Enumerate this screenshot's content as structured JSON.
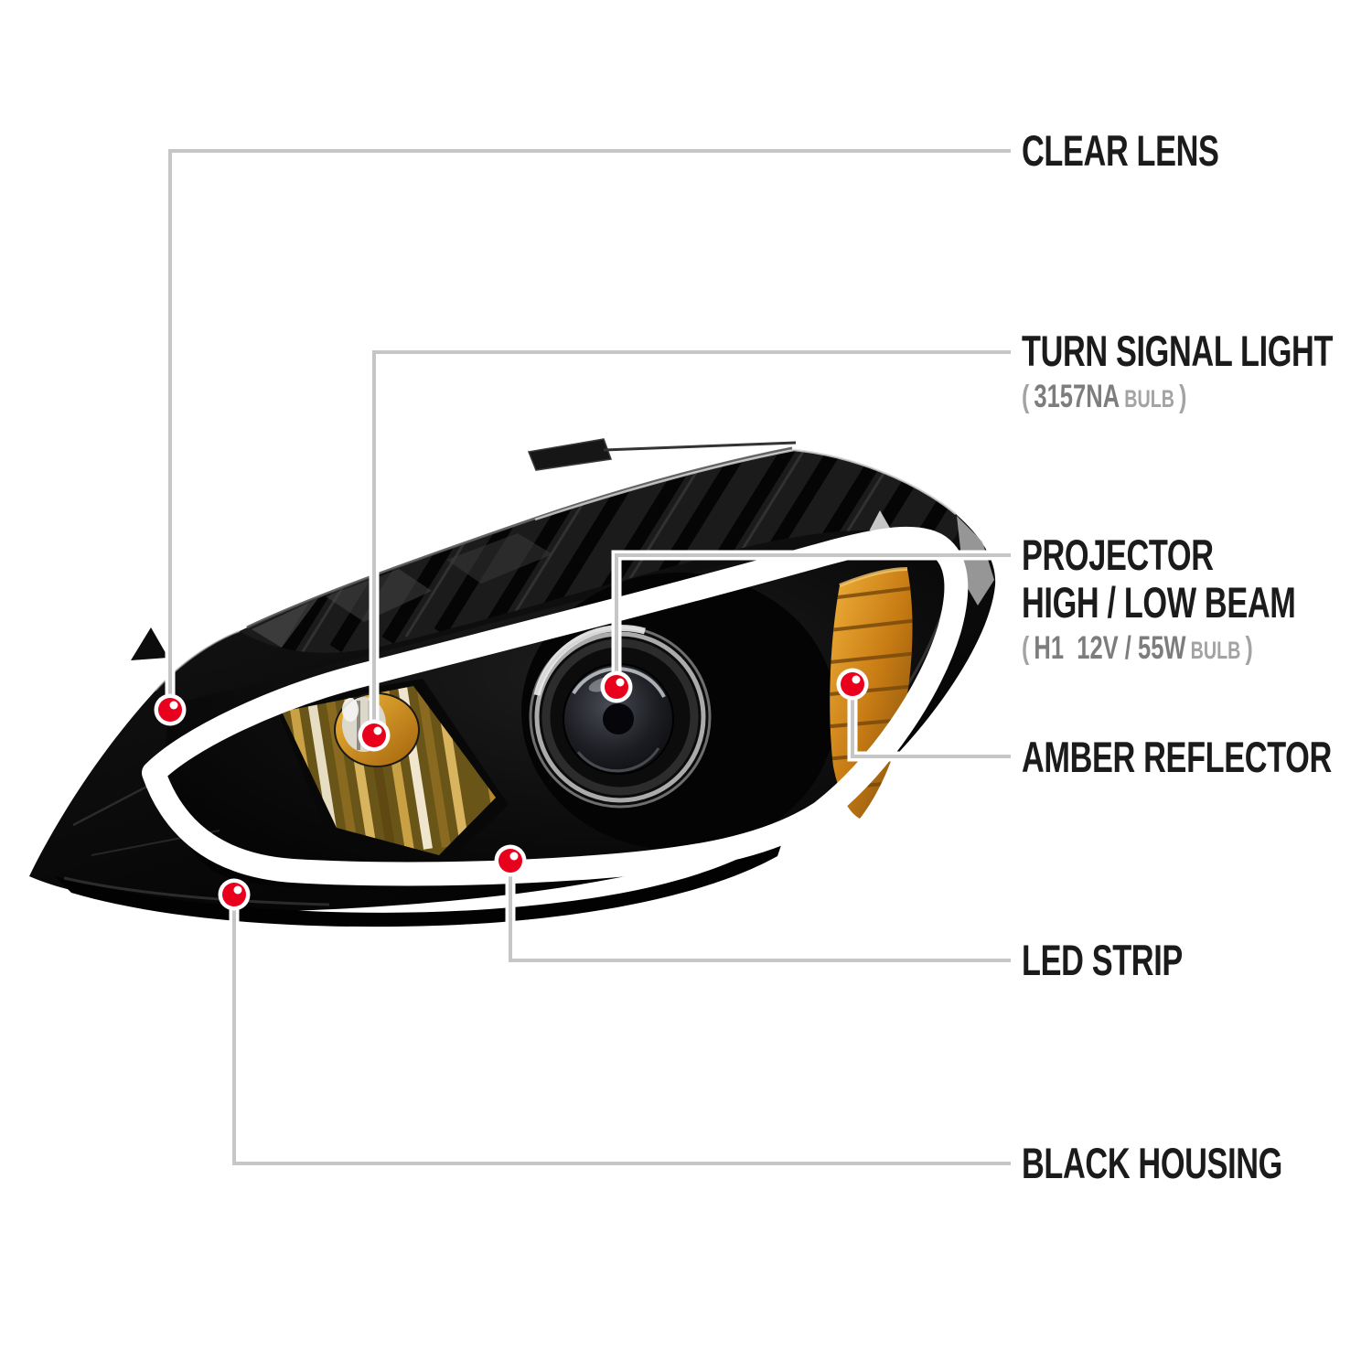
{
  "colors": {
    "marker_red": "#e8001c",
    "leader_gray": "#c6c6c6",
    "text_dark": "#1b1b1b",
    "spec_gray": "#7d7d7d",
    "unit_gray": "#a3a3a3",
    "led_strip_white": "#ffffff",
    "amber_reflector_amber": "#d9901f",
    "housing_black": "#0d0d0d"
  },
  "callouts": {
    "clear_lens": {
      "title": "CLEAR LENS"
    },
    "turn_signal": {
      "title": "TURN SIGNAL LIGHT",
      "bulb_open": "(",
      "bulb_spec": "3157NA",
      "bulb_unit": "BULB",
      "bulb_close": ")"
    },
    "projector": {
      "title_line1": "PROJECTOR",
      "title_line2": "HIGH / LOW BEAM",
      "bulb_open": "(",
      "bulb_spec": "H1  12V / 55W",
      "bulb_unit": "BULB",
      "bulb_close": ")"
    },
    "amber_reflector": {
      "title": "AMBER REFLECTOR"
    },
    "led_strip": {
      "title": "LED STRIP"
    },
    "black_housing": {
      "title": "BLACK HOUSING"
    }
  }
}
